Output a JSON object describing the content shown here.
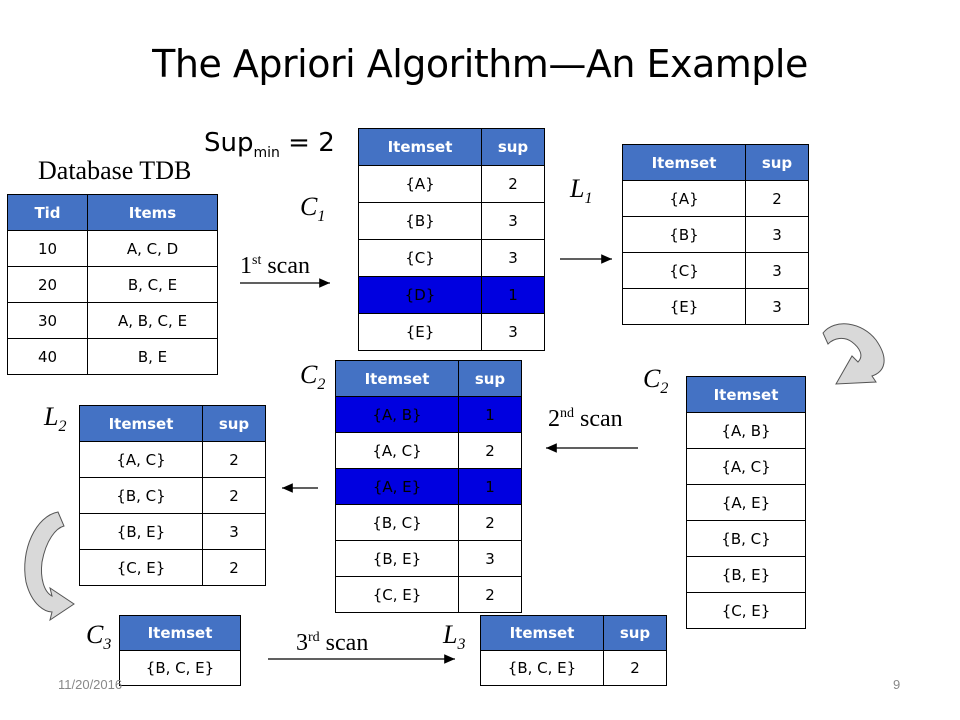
{
  "title": "The Apriori Algorithm—An Example",
  "supmin": {
    "prefix": "Sup",
    "sub": "min",
    "suffix": " = 2"
  },
  "db_label": "Database TDB",
  "db_table": {
    "headers": [
      "Tid",
      "Items"
    ],
    "rows": [
      [
        "10",
        "A, C, D"
      ],
      [
        "20",
        "B, C, E"
      ],
      [
        "30",
        "A, B, C, E"
      ],
      [
        "40",
        "B, E"
      ]
    ]
  },
  "scans": {
    "first": {
      "num": "1",
      "sup": "st",
      "word": " scan"
    },
    "second": {
      "num": "2",
      "sup": "nd",
      "word": " scan"
    },
    "third": {
      "num": "3",
      "sup": "rd",
      "word": " scan"
    }
  },
  "labels": {
    "c1": {
      "letter": "C",
      "sub": "1"
    },
    "l1": {
      "letter": "L",
      "sub": "1"
    },
    "c2a": {
      "letter": "C",
      "sub": "2"
    },
    "c2b": {
      "letter": "C",
      "sub": "2"
    },
    "l2": {
      "letter": "L",
      "sub": "2"
    },
    "c3": {
      "letter": "C",
      "sub": "3"
    },
    "l3": {
      "letter": "L",
      "sub": "3"
    }
  },
  "c1_table": {
    "headers": [
      "Itemset",
      "sup"
    ],
    "rows": [
      [
        "{A}",
        "2"
      ],
      [
        "{B}",
        "3"
      ],
      [
        "{C}",
        "3"
      ],
      [
        "{D}",
        "1"
      ],
      [
        "{E}",
        "3"
      ]
    ],
    "highlight": [
      3
    ]
  },
  "l1_table": {
    "headers": [
      "Itemset",
      "sup"
    ],
    "rows": [
      [
        "{A}",
        "2"
      ],
      [
        "{B}",
        "3"
      ],
      [
        "{C}",
        "3"
      ],
      [
        "{E}",
        "3"
      ]
    ]
  },
  "c2_sup_table": {
    "headers": [
      "Itemset",
      "sup"
    ],
    "rows": [
      [
        "{A, B}",
        "1"
      ],
      [
        "{A, C}",
        "2"
      ],
      [
        "{A, E}",
        "1"
      ],
      [
        "{B, C}",
        "2"
      ],
      [
        "{B, E}",
        "3"
      ],
      [
        "{C, E}",
        "2"
      ]
    ],
    "highlight": [
      0,
      2
    ]
  },
  "c2_table": {
    "headers": [
      "Itemset"
    ],
    "rows": [
      [
        "{A, B}"
      ],
      [
        "{A, C}"
      ],
      [
        "{A, E}"
      ],
      [
        "{B, C}"
      ],
      [
        "{B, E}"
      ],
      [
        "{C, E}"
      ]
    ]
  },
  "l2_table": {
    "headers": [
      "Itemset",
      "sup"
    ],
    "rows": [
      [
        "{A, C}",
        "2"
      ],
      [
        "{B, C}",
        "2"
      ],
      [
        "{B, E}",
        "3"
      ],
      [
        "{C, E}",
        "2"
      ]
    ]
  },
  "c3_table": {
    "headers": [
      "Itemset"
    ],
    "rows": [
      [
        "{B, C, E}"
      ]
    ]
  },
  "l3_table": {
    "headers": [
      "Itemset",
      "sup"
    ],
    "rows": [
      [
        "{B, C, E}",
        "2"
      ]
    ]
  },
  "footer": {
    "date": "11/20/2016",
    "page": "9"
  },
  "colors": {
    "header": "#4472c4",
    "highlight": "#0000e0"
  }
}
